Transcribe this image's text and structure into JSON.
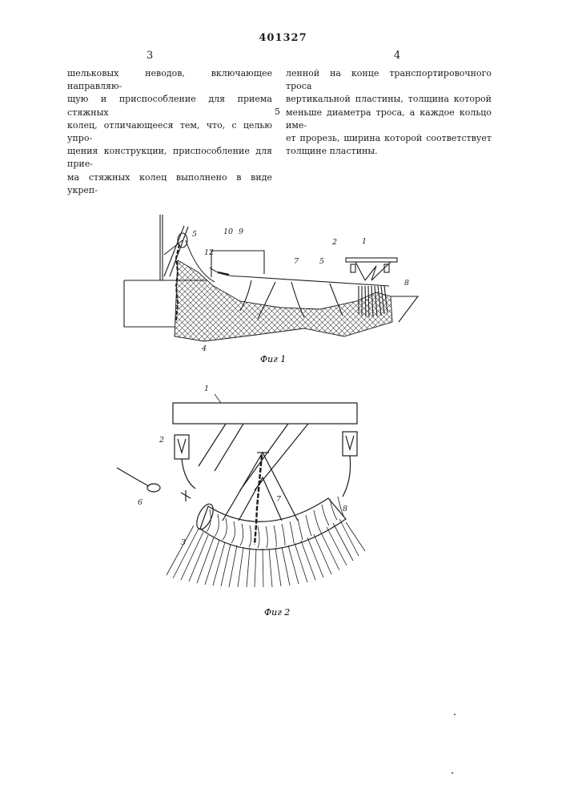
{
  "header": {
    "patent_number": "401327",
    "left_column_number": "3",
    "right_column_number": "4",
    "line_marker": "5"
  },
  "left_column": [
    "шельковых неводов, включающее направляю-",
    "щую и приспособление для приема стяжных",
    "колец, отличающееся тем, что, с целью упро-",
    "щения конструкции, приспособление для прие-",
    "ма стяжных колец выполнено в виде укреп-"
  ],
  "right_column": [
    "ленной на конце транспортировочного троса",
    "вертикальной пластины, толщина которой",
    "меньше диаметра троса, а каждое кольцо име-",
    "ет прорезь, ширина которой соответствует",
    "толщине пластины."
  ],
  "figure1": {
    "caption": "Фиг 1",
    "labels": [
      "5",
      "10",
      "9",
      "12",
      "7",
      "5",
      "2",
      "1",
      "8",
      "4"
    ]
  },
  "figure2": {
    "caption": "Фиг 2",
    "labels": [
      "1",
      "2",
      "6",
      "3",
      "7",
      "8"
    ]
  }
}
